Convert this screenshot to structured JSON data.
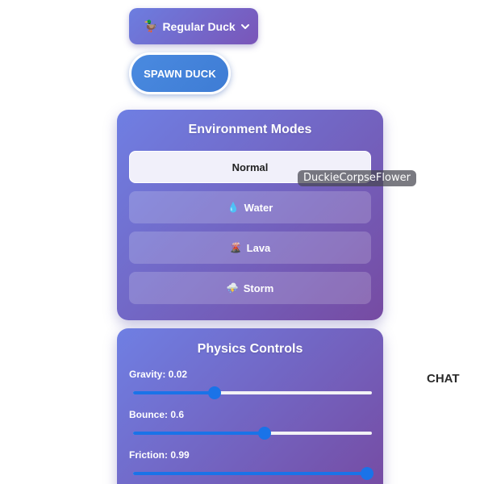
{
  "duck_select": {
    "selected": "Regular Duck",
    "icon": "🦆"
  },
  "spawn_button": {
    "label": "SPAWN DUCK"
  },
  "environment": {
    "title": "Environment Modes",
    "modes": [
      {
        "label": "Normal",
        "icon": "",
        "active": true
      },
      {
        "label": "Water",
        "icon": "💧",
        "active": false
      },
      {
        "label": "Lava",
        "icon": "🌋",
        "active": false
      },
      {
        "label": "Storm",
        "icon": "⛈️",
        "active": false
      }
    ]
  },
  "tooltip": {
    "text": "DuckieCorpseFlower"
  },
  "physics": {
    "title": "Physics Controls",
    "sliders": [
      {
        "label": "Gravity: 0.02",
        "fraction": 0.34
      },
      {
        "label": "Bounce: 0.6",
        "fraction": 0.55
      },
      {
        "label": "Friction: 0.99",
        "fraction": 0.98
      }
    ]
  },
  "chat": {
    "label": "CHAT"
  },
  "colors": {
    "panel_gradient_start": "#6f7fe3",
    "panel_gradient_end": "#764ba2",
    "slider_accent": "#1a73e8",
    "spawn_button": "#4a8ae0"
  }
}
